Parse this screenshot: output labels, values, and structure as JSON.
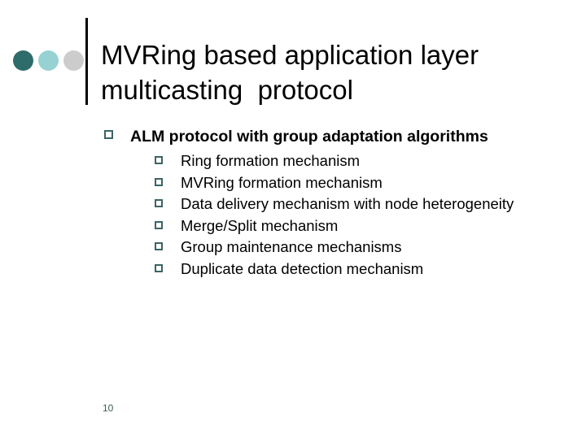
{
  "slide": {
    "background_color": "#FFFFFF",
    "title": "MVRing based application layer multicasting  protocol",
    "page_number": "10",
    "accent_colors": {
      "dot_dark": "#2E6B6B",
      "dot_light": "#96D2D2",
      "dot_gray": "#CCCCCC",
      "bullet_marker": "#3C6464",
      "rule": "#000000",
      "page_number": "#3C5A5A",
      "text": "#000000"
    },
    "decor_dots": [
      {
        "name": "dot-dark-teal",
        "color": "#2E6B6B"
      },
      {
        "name": "dot-light-aqua",
        "color": "#96D2D2"
      },
      {
        "name": "dot-light-gray",
        "color": "#CCCCCC"
      }
    ],
    "bullets": {
      "level1": {
        "marker": "hollow-square-bullet",
        "text": "ALM protocol with group adaptation algorithms"
      },
      "level2": [
        {
          "marker": "hollow-square-bullet",
          "text": "Ring formation mechanism"
        },
        {
          "marker": "hollow-square-bullet",
          "text": "MVRing formation mechanism"
        },
        {
          "marker": "hollow-square-bullet",
          "text": "Data delivery mechanism with node heterogeneity"
        },
        {
          "marker": "hollow-square-bullet",
          "text": "Merge/Split mechanism"
        },
        {
          "marker": "hollow-square-bullet",
          "text": "Group maintenance mechanisms"
        },
        {
          "marker": "hollow-square-bullet",
          "text": "Duplicate data detection mechanism"
        }
      ]
    }
  }
}
